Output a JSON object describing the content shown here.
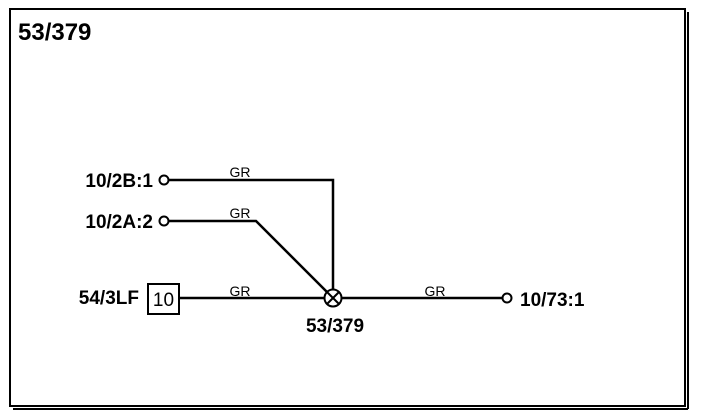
{
  "title": "53/379",
  "splice": {
    "label": "53/379"
  },
  "connectors": [
    {
      "label": "10/2B:1",
      "wire_color": "GR"
    },
    {
      "label": "10/2A:2",
      "wire_color": "GR"
    },
    {
      "label": "54/3LF",
      "box_value": "10",
      "wire_color": "GR"
    },
    {
      "label": "10/73:1",
      "wire_color": "GR"
    }
  ],
  "colors": {
    "line": "#000000",
    "background": "#ffffff"
  }
}
